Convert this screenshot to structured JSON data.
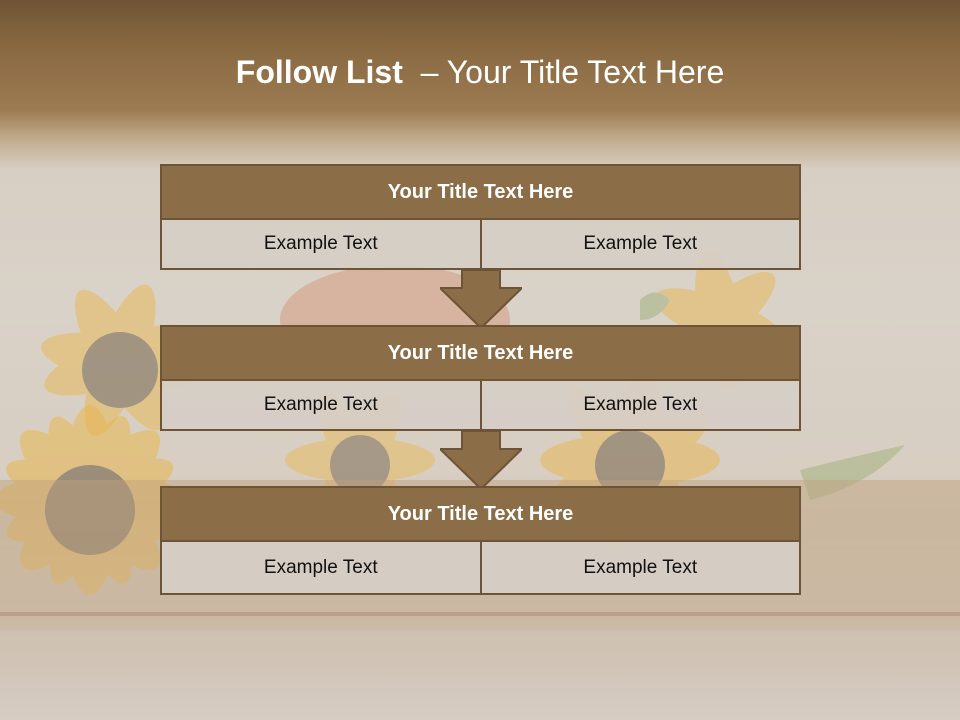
{
  "title": {
    "bold": "Follow List",
    "rest": "– Your Title Text Here"
  },
  "blocks": [
    {
      "heading": "Your Title Text Here",
      "left": "Example Text",
      "right": "Example Text"
    },
    {
      "heading": "Your Title Text Here",
      "left": "Example Text",
      "right": "Example Text"
    },
    {
      "heading": "Your Title Text Here",
      "left": "Example Text",
      "right": "Example Text"
    }
  ],
  "colors": {
    "header_fill": "#8b6e47",
    "border": "#6e5436",
    "cell_fill": "#d6cec6"
  }
}
